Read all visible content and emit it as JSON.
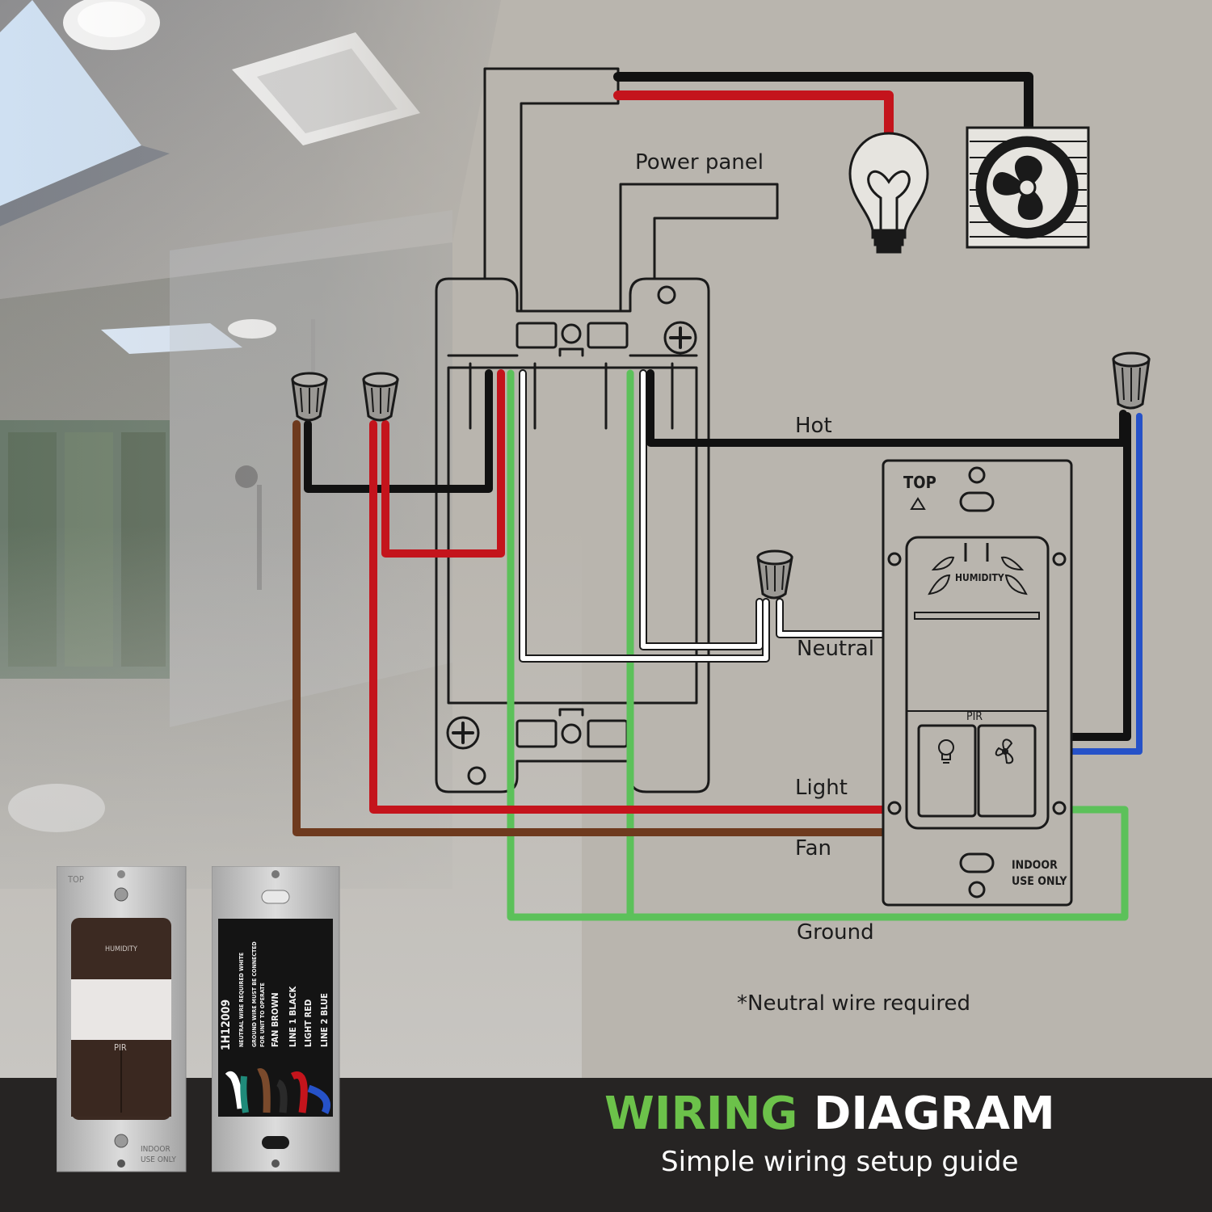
{
  "labels": {
    "power_panel": "Power panel",
    "hot": "Hot",
    "neutral": "Neutral",
    "light": "Light",
    "fan": "Fan",
    "ground": "Ground",
    "note": "*Neutral wire required"
  },
  "switch_diagram": {
    "top": "TOP",
    "humidity": "HUMIDITY",
    "pir": "PIR",
    "indoor_line1": "INDOOR",
    "indoor_line2": "USE ONLY",
    "light_icon": "lightbulb-icon",
    "fan_icon": "fan-icon"
  },
  "banner": {
    "title_part1": "WIRING",
    "title_part2": "DIAGRAM",
    "subtitle": "Simple wiring setup guide",
    "accent_color": "#6cc24a"
  },
  "product_front": {
    "top": "TOP",
    "humidity": "HUMIDITY",
    "pir": "PIR",
    "indoor_line1": "INDOOR",
    "indoor_line2": "USE ONLY"
  },
  "product_back": {
    "model": "1H12009",
    "wire_lines": [
      "NEUTRAL WIRE REQUIRED WHITE",
      "GROUND WIRE MUST BE CONNECTED",
      "FOR UNIT TO OPERATE",
      "FAN BROWN",
      "LINE 1 BLACK",
      "LIGHT RED",
      "LINE 2 BLUE"
    ]
  },
  "wire_colors": {
    "hot": "#111111",
    "light": "#c4141c",
    "fan": "#6e3a1e",
    "ground": "#5cc15a",
    "neutral": "#ffffff",
    "line2": "#2652c8"
  }
}
